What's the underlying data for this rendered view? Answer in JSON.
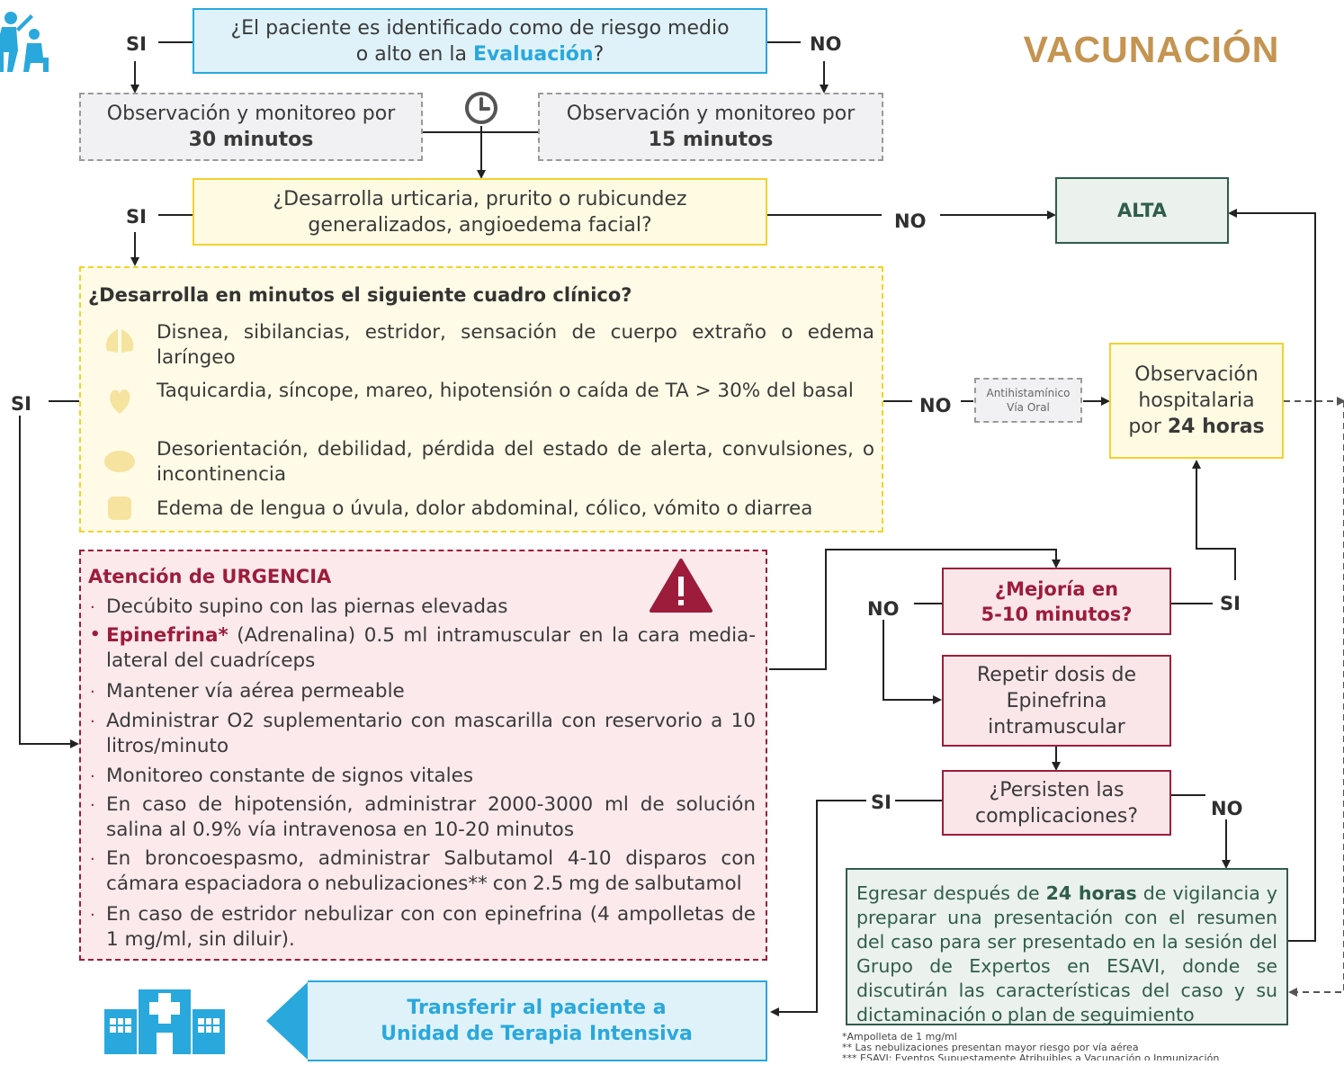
{
  "title": "VACUNACIÓN",
  "colors": {
    "blue": "#29a8dd",
    "yellow": "#f2d22e",
    "red": "#9d1c3b",
    "green": "#2f5d4b",
    "gray": "#9a9a9a",
    "gold": "#c49450"
  },
  "icons": [
    "vaccination-person-icon",
    "clock-icon",
    "lungs-icon",
    "heart-icon",
    "brain-icon",
    "intestine-icon",
    "warning-icon",
    "hospital-icon"
  ],
  "q1": {
    "line1": "¿El paciente es identificado como de riesgo medio",
    "pre": "o alto en la ",
    "bold": "Evaluación",
    "post": "?"
  },
  "obs30": {
    "text": "Observación y monitoreo por",
    "bold": "30 minutos"
  },
  "obs15": {
    "text": "Observación y monitoreo por",
    "bold": "15 minutos"
  },
  "q2": {
    "line1": "¿Desarrolla urticaria, prurito o rubicundez",
    "line2": "generalizados, angioedema facial?"
  },
  "alta": "ALTA",
  "cuadro": {
    "title": "¿Desarrolla en minutos el siguiente cuadro clínico?",
    "items": [
      "Disnea, sibilancias, estridor, sensación de cuerpo extraño o edema laríngeo",
      "Taquicardia, síncope, mareo, hipotensión o caída de TA > 30% del basal",
      "Desorientación, debilidad, pérdida del estado de alerta, convulsiones, o incontinencia",
      "Edema de lengua o úvula, dolor abdominal, cólico, vómito o diarrea"
    ]
  },
  "antihist": {
    "line1": "Antihistamínico",
    "line2": "Vía Oral"
  },
  "obs_hosp": {
    "line1": "Observación",
    "line2": "hospitalaria",
    "pre": "por ",
    "bold": "24 horas"
  },
  "urgencia": {
    "title": "Atención de URGENCIA",
    "items": [
      "Decúbito supino con las piernas elevadas",
      "(Adrenalina) 0.5 ml intramuscular en la cara media-lateral del cuadríceps",
      "Mantener vía aérea permeable",
      "Administrar O2 suplementario con mascarilla con reservorio a 10 litros/minuto",
      "Monitoreo constante de signos vitales",
      "En caso de hipotensión, administrar 2000-3000 ml de solución salina al 0.9% vía intravenosa en 10-20 minutos",
      "En broncoespasmo, administrar Salbutamol 4-10 disparos con cámara espaciadora o nebulizaciones** con 2.5 mg de salbutamol",
      "En caso de estridor nebulizar con con epinefrina (4 ampolletas de 1 mg/ml, sin diluir)."
    ],
    "epi_bold": "Epinefrina*"
  },
  "mejoria": {
    "line1": "¿Mejoría en",
    "line2": "5-10 minutos?"
  },
  "repetir": {
    "line1": "Repetir dosis de",
    "line2": "Epinefrina",
    "line3": "intramuscular"
  },
  "persisten": {
    "line1": "¿Persisten las",
    "line2": "complicaciones?"
  },
  "egresar": {
    "pre": "Egresar después de ",
    "bold": "24 horas",
    "post": " de vigilancia y preparar una presentación con el resumen del caso para ser presentado en la sesión del Grupo de Expertos en ESAVI, donde se discutirán las características del caso y su dictaminación o plan de seguimiento"
  },
  "transferir": {
    "line1": "Transferir al paciente a",
    "line2": "Unidad de Terapia Intensiva"
  },
  "labels": {
    "si": "SI",
    "no": "NO"
  },
  "footnotes": [
    "*Ampolleta de 1 mg/ml",
    "** Las nebulizaciones presentan mayor riesgo por vía aérea",
    "*** ESAVI: Eventos Supuestamente Atribuibles a Vacunación o Inmunización"
  ]
}
